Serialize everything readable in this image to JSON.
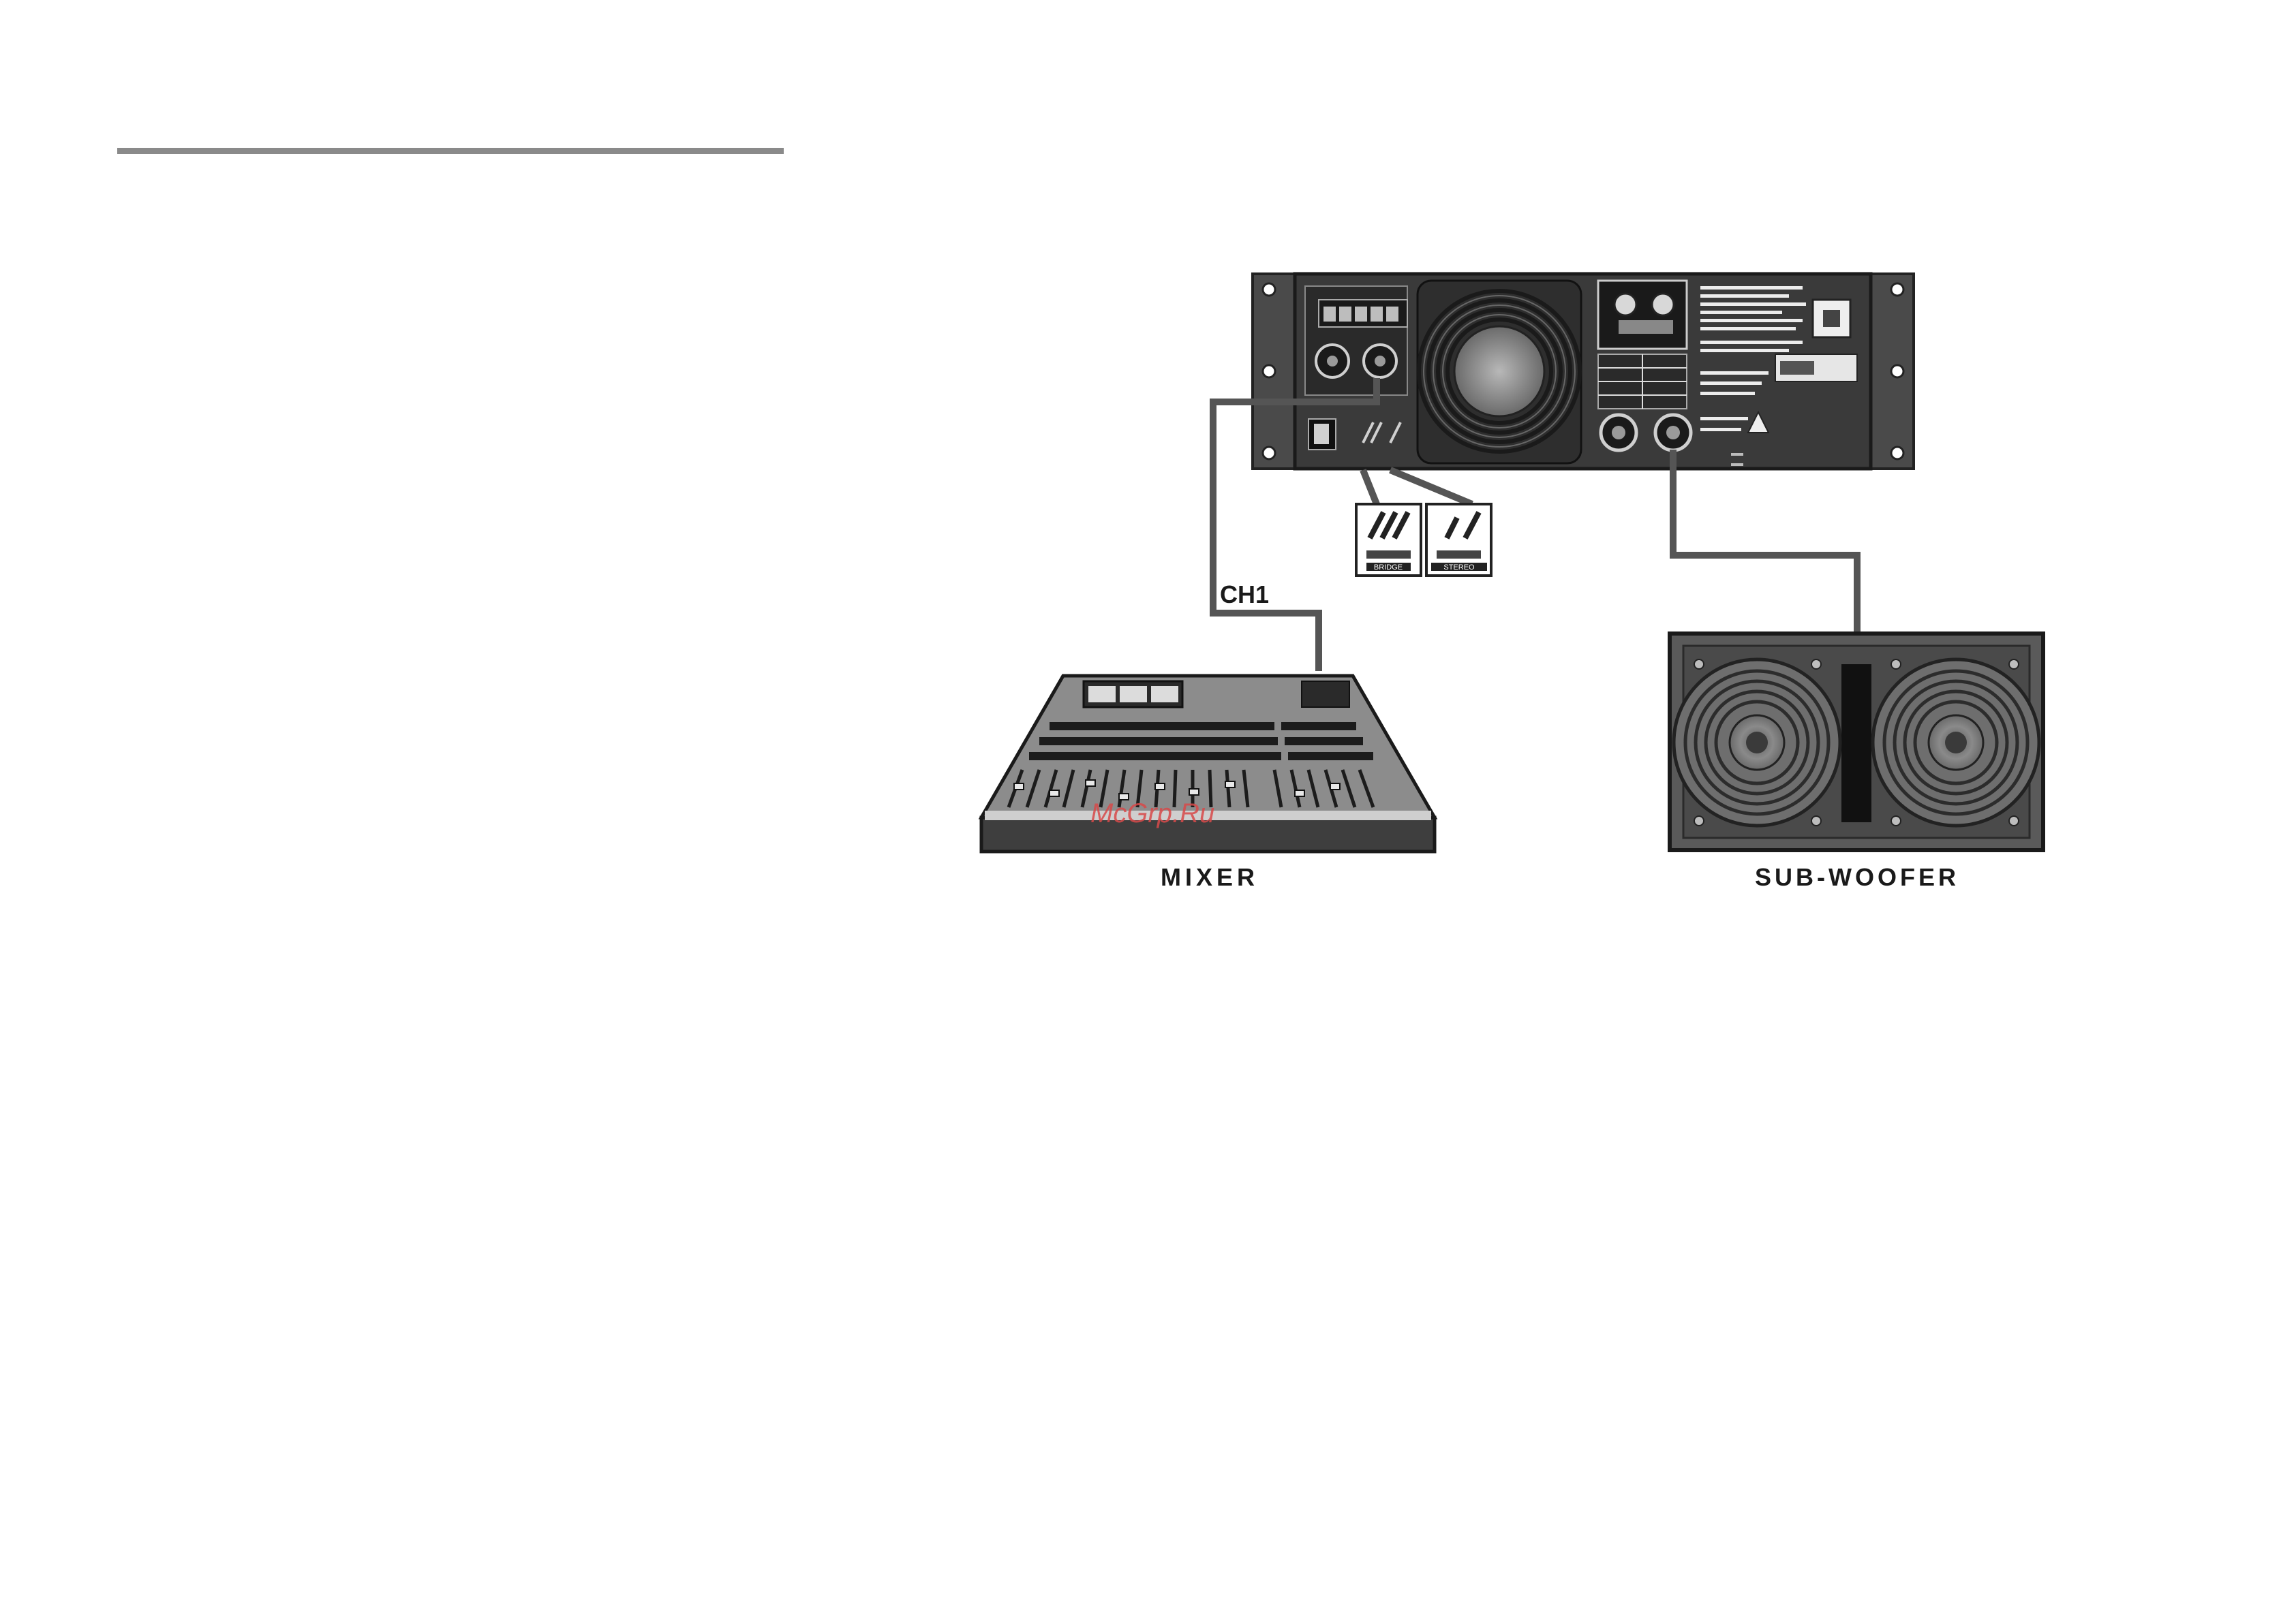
{
  "labels": {
    "ch1": "CH1",
    "mixer": "MIXER",
    "subwoofer": "SUB-WOOFER",
    "bridge": "BRIDGE",
    "stereo": "STEREO"
  },
  "watermark": "McGrp.Ru",
  "colors": {
    "panel": "#3a3a3a",
    "panel_dark": "#1e1e1e",
    "cable": "#555555",
    "mixer_body": "#6e6e6e",
    "cabinet": "#5a5a5a"
  }
}
